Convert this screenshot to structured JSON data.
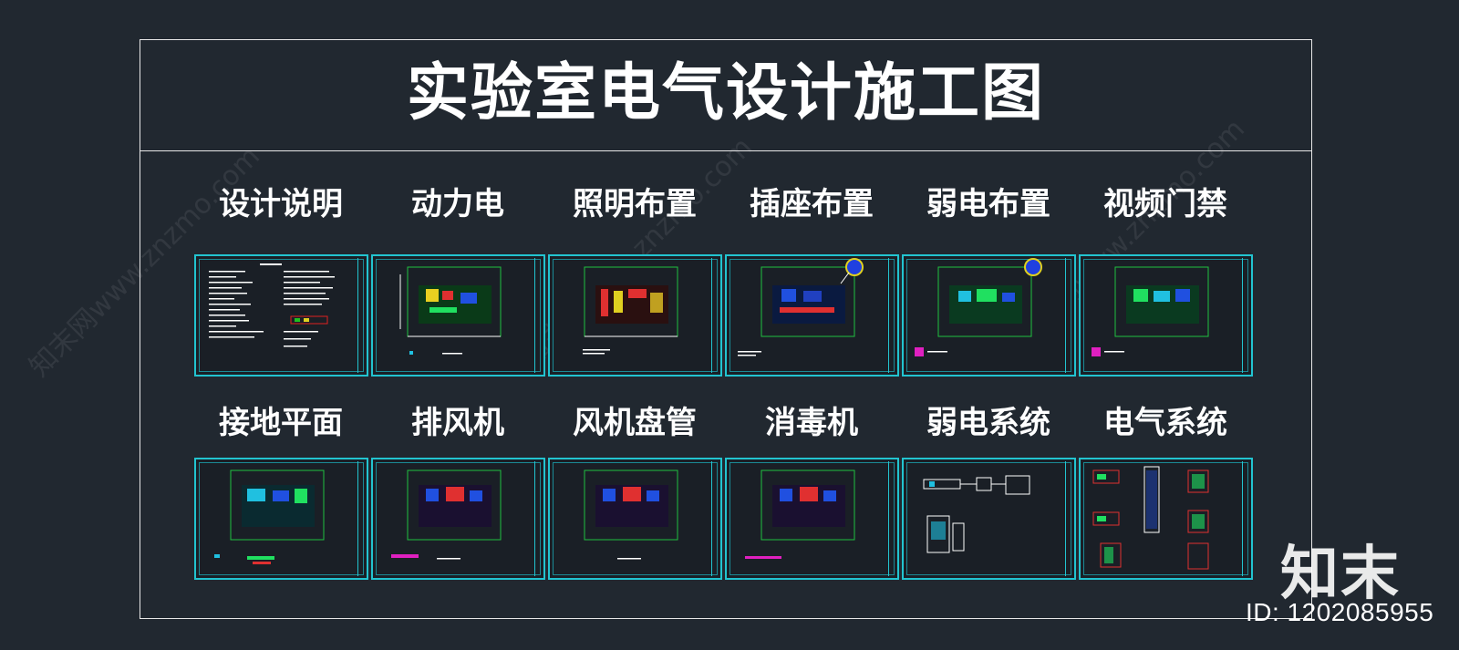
{
  "title": "实验室电气设计施工图",
  "row1": [
    "设计说明",
    "动力电",
    "照明布置",
    "插座布置",
    "弱电布置",
    "视频门禁"
  ],
  "row2": [
    "接地平面",
    "排风机",
    "风机盘管",
    "消毒机",
    "弱电系统",
    "电气系统"
  ],
  "watermark": "知末网www.znzmo.com",
  "brand": "知末",
  "id_text": "ID: 1202085955",
  "colors": {
    "background": "#212830",
    "sheet_border": "#22c4d0",
    "frame": "#e8e8e8"
  }
}
